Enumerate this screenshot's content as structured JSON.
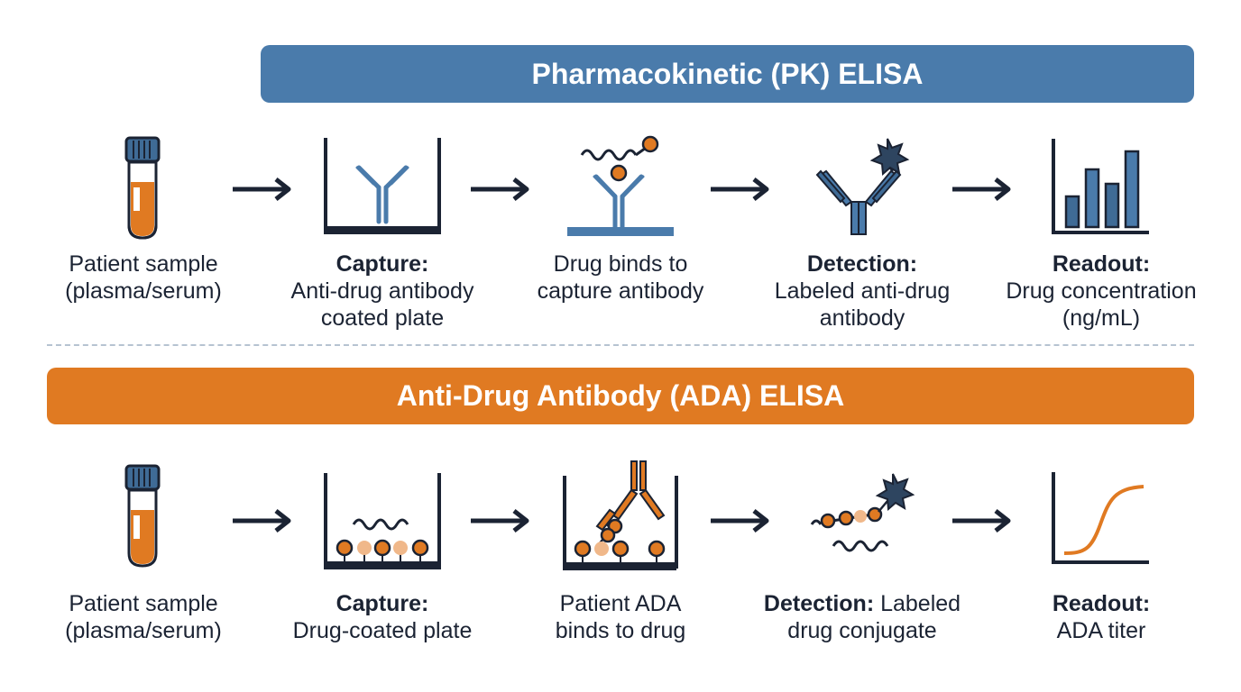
{
  "pk": {
    "title": "Pharmacokinetic (PK) ELISA",
    "steps": [
      {
        "head": "",
        "lines": [
          "Patient sample",
          "(plasma/serum)"
        ],
        "icon": "blood-tube-icon"
      },
      {
        "head": "Capture:",
        "lines": [
          "Anti-drug antibody",
          "coated plate"
        ],
        "icon": "coated-plate-icon"
      },
      {
        "head": "",
        "lines": [
          "Drug binds to",
          "capture antibody"
        ],
        "icon": "drug-binding-icon"
      },
      {
        "head": "Detection:",
        "lines": [
          "Labeled anti-drug",
          "antibody"
        ],
        "icon": "labeled-antibody-icon"
      },
      {
        "head": "Readout:",
        "lines": [
          "Drug concentration",
          "(ng/mL)"
        ],
        "icon": "bar-chart-icon"
      }
    ]
  },
  "ada": {
    "title": "Anti-Drug Antibody (ADA) ELISA",
    "steps": [
      {
        "head": "",
        "lines": [
          "Patient sample",
          "(plasma/serum)"
        ],
        "icon": "blood-tube-icon"
      },
      {
        "head": "Capture:",
        "lines": [
          "Drug-coated plate"
        ],
        "icon": "drug-coated-plate-icon"
      },
      {
        "head": "",
        "lines": [
          "Patient ADA",
          "binds to drug"
        ],
        "icon": "ada-binding-icon"
      },
      {
        "head": "Detection:",
        "inline": " Labeled",
        "lines": [
          "drug conjugate"
        ],
        "icon": "drug-conjugate-icon"
      },
      {
        "head": "Readout:",
        "lines": [
          "ADA titer"
        ],
        "icon": "sigmoid-curve-icon"
      }
    ]
  },
  "colors": {
    "blue": "#4a7bab",
    "orange": "#e07a22",
    "navy": "#1b2333",
    "peach": "#f0b88a"
  }
}
